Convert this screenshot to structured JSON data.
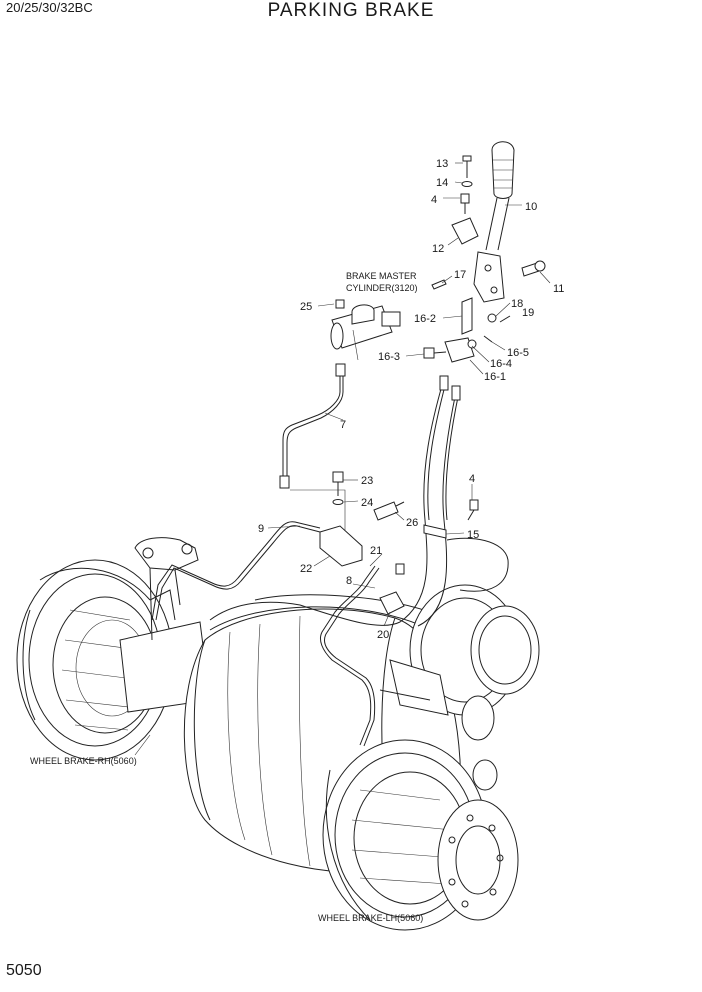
{
  "header": {
    "model": "20/25/30/32BC",
    "title": "PARKING BRAKE"
  },
  "footer": {
    "page_number": "5050"
  },
  "notes": {
    "master_cylinder_line1": "BRAKE MASTER",
    "master_cylinder_line2": "CYLINDER(3120)",
    "wheel_brake_rh": "WHEEL BRAKE-RH(5060)",
    "wheel_brake_lh": "WHEEL BRAKE-LH(5060)"
  },
  "callouts": {
    "c13": "13",
    "c14": "14",
    "c4a": "4",
    "c10": "10",
    "c12": "12",
    "c11": "11",
    "c17": "17",
    "c25": "25",
    "c18": "18",
    "c19": "19",
    "c16_2": "16-2",
    "c16_5": "16-5",
    "c16_3": "16-3",
    "c16_4": "16-4",
    "c16_1": "16-1",
    "c7": "7",
    "c4b": "4",
    "c23": "23",
    "c24": "24",
    "c9": "9",
    "c26": "26",
    "c15": "15",
    "c21": "21",
    "c22": "22",
    "c8": "8",
    "c20": "20"
  }
}
